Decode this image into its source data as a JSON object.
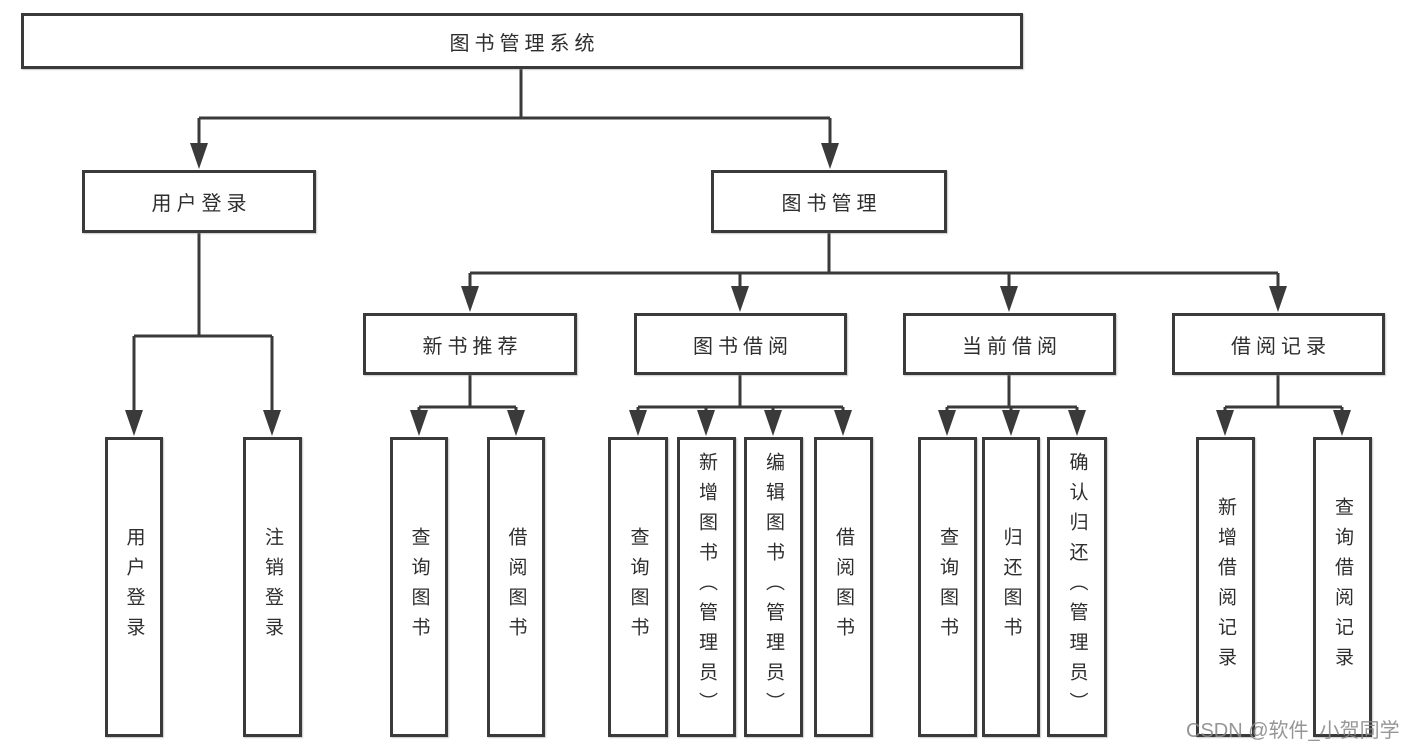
{
  "title": "图书管理系统",
  "level2": {
    "user_login": "用户登录",
    "book_mgmt": "图书管理"
  },
  "level3": {
    "new_books": "新书推荐",
    "book_borrow": "图书借阅",
    "current_borrow": "当前借阅",
    "borrow_records": "借阅记录"
  },
  "leaves": {
    "user_login": "用户登录",
    "logout": "注销登录",
    "nb_query": "查询图书",
    "nb_borrow": "借阅图书",
    "bb_query": "查询图书",
    "bb_add": "新增图书（管理员）",
    "bb_edit": "编辑图书（管理员）",
    "bb_borrow": "借阅图书",
    "cb_query": "查询图书",
    "cb_return": "归还图书",
    "cb_confirm": "确认归还（管理员）",
    "rec_add": "新增借阅记录",
    "rec_query": "查询借阅记录"
  },
  "watermark": "CSDN @软件_小贺同学",
  "colors": {
    "line": "#3a3a3a",
    "text": "#2e2e2e",
    "watermark": "#878787",
    "background": "#ffffff"
  }
}
